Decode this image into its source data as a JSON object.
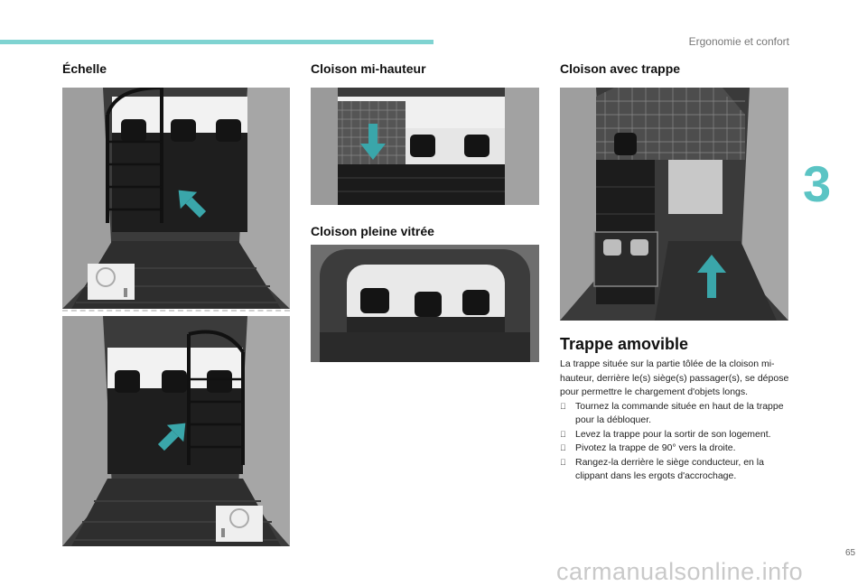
{
  "header": {
    "chapter_title": "Ergonomie et confort",
    "chapter_number": "3"
  },
  "sections": {
    "echelle": "Échelle",
    "mi_hauteur": "Cloison mi-hauteur",
    "pleine_vitree": "Cloison pleine vitrée",
    "avec_trappe": "Cloison avec trappe"
  },
  "trappe": {
    "title": "Trappe amovible",
    "intro": "La trappe située sur la partie tôlée de la cloison mi-hauteur, derrière le(s) siège(s) passager(s), se dépose pour permettre le chargement d'objets longs.",
    "steps": [
      "Tournez la commande située en haut de la trappe pour la débloquer.",
      "Levez la trappe pour la sortir de son logement.",
      "Pivotez la trappe de 90° vers la droite.",
      "Rangez-la derrière le siège conducteur, en la clippant dans les ergots d'accrochage."
    ],
    "bullet": ""
  },
  "colors": {
    "accent": "#5bc4c4",
    "arrow": "#3aa6aa",
    "top_bar": "#7fd3d1"
  },
  "footer": {
    "page_number": "65",
    "watermark": "carmanualsonline.info"
  }
}
